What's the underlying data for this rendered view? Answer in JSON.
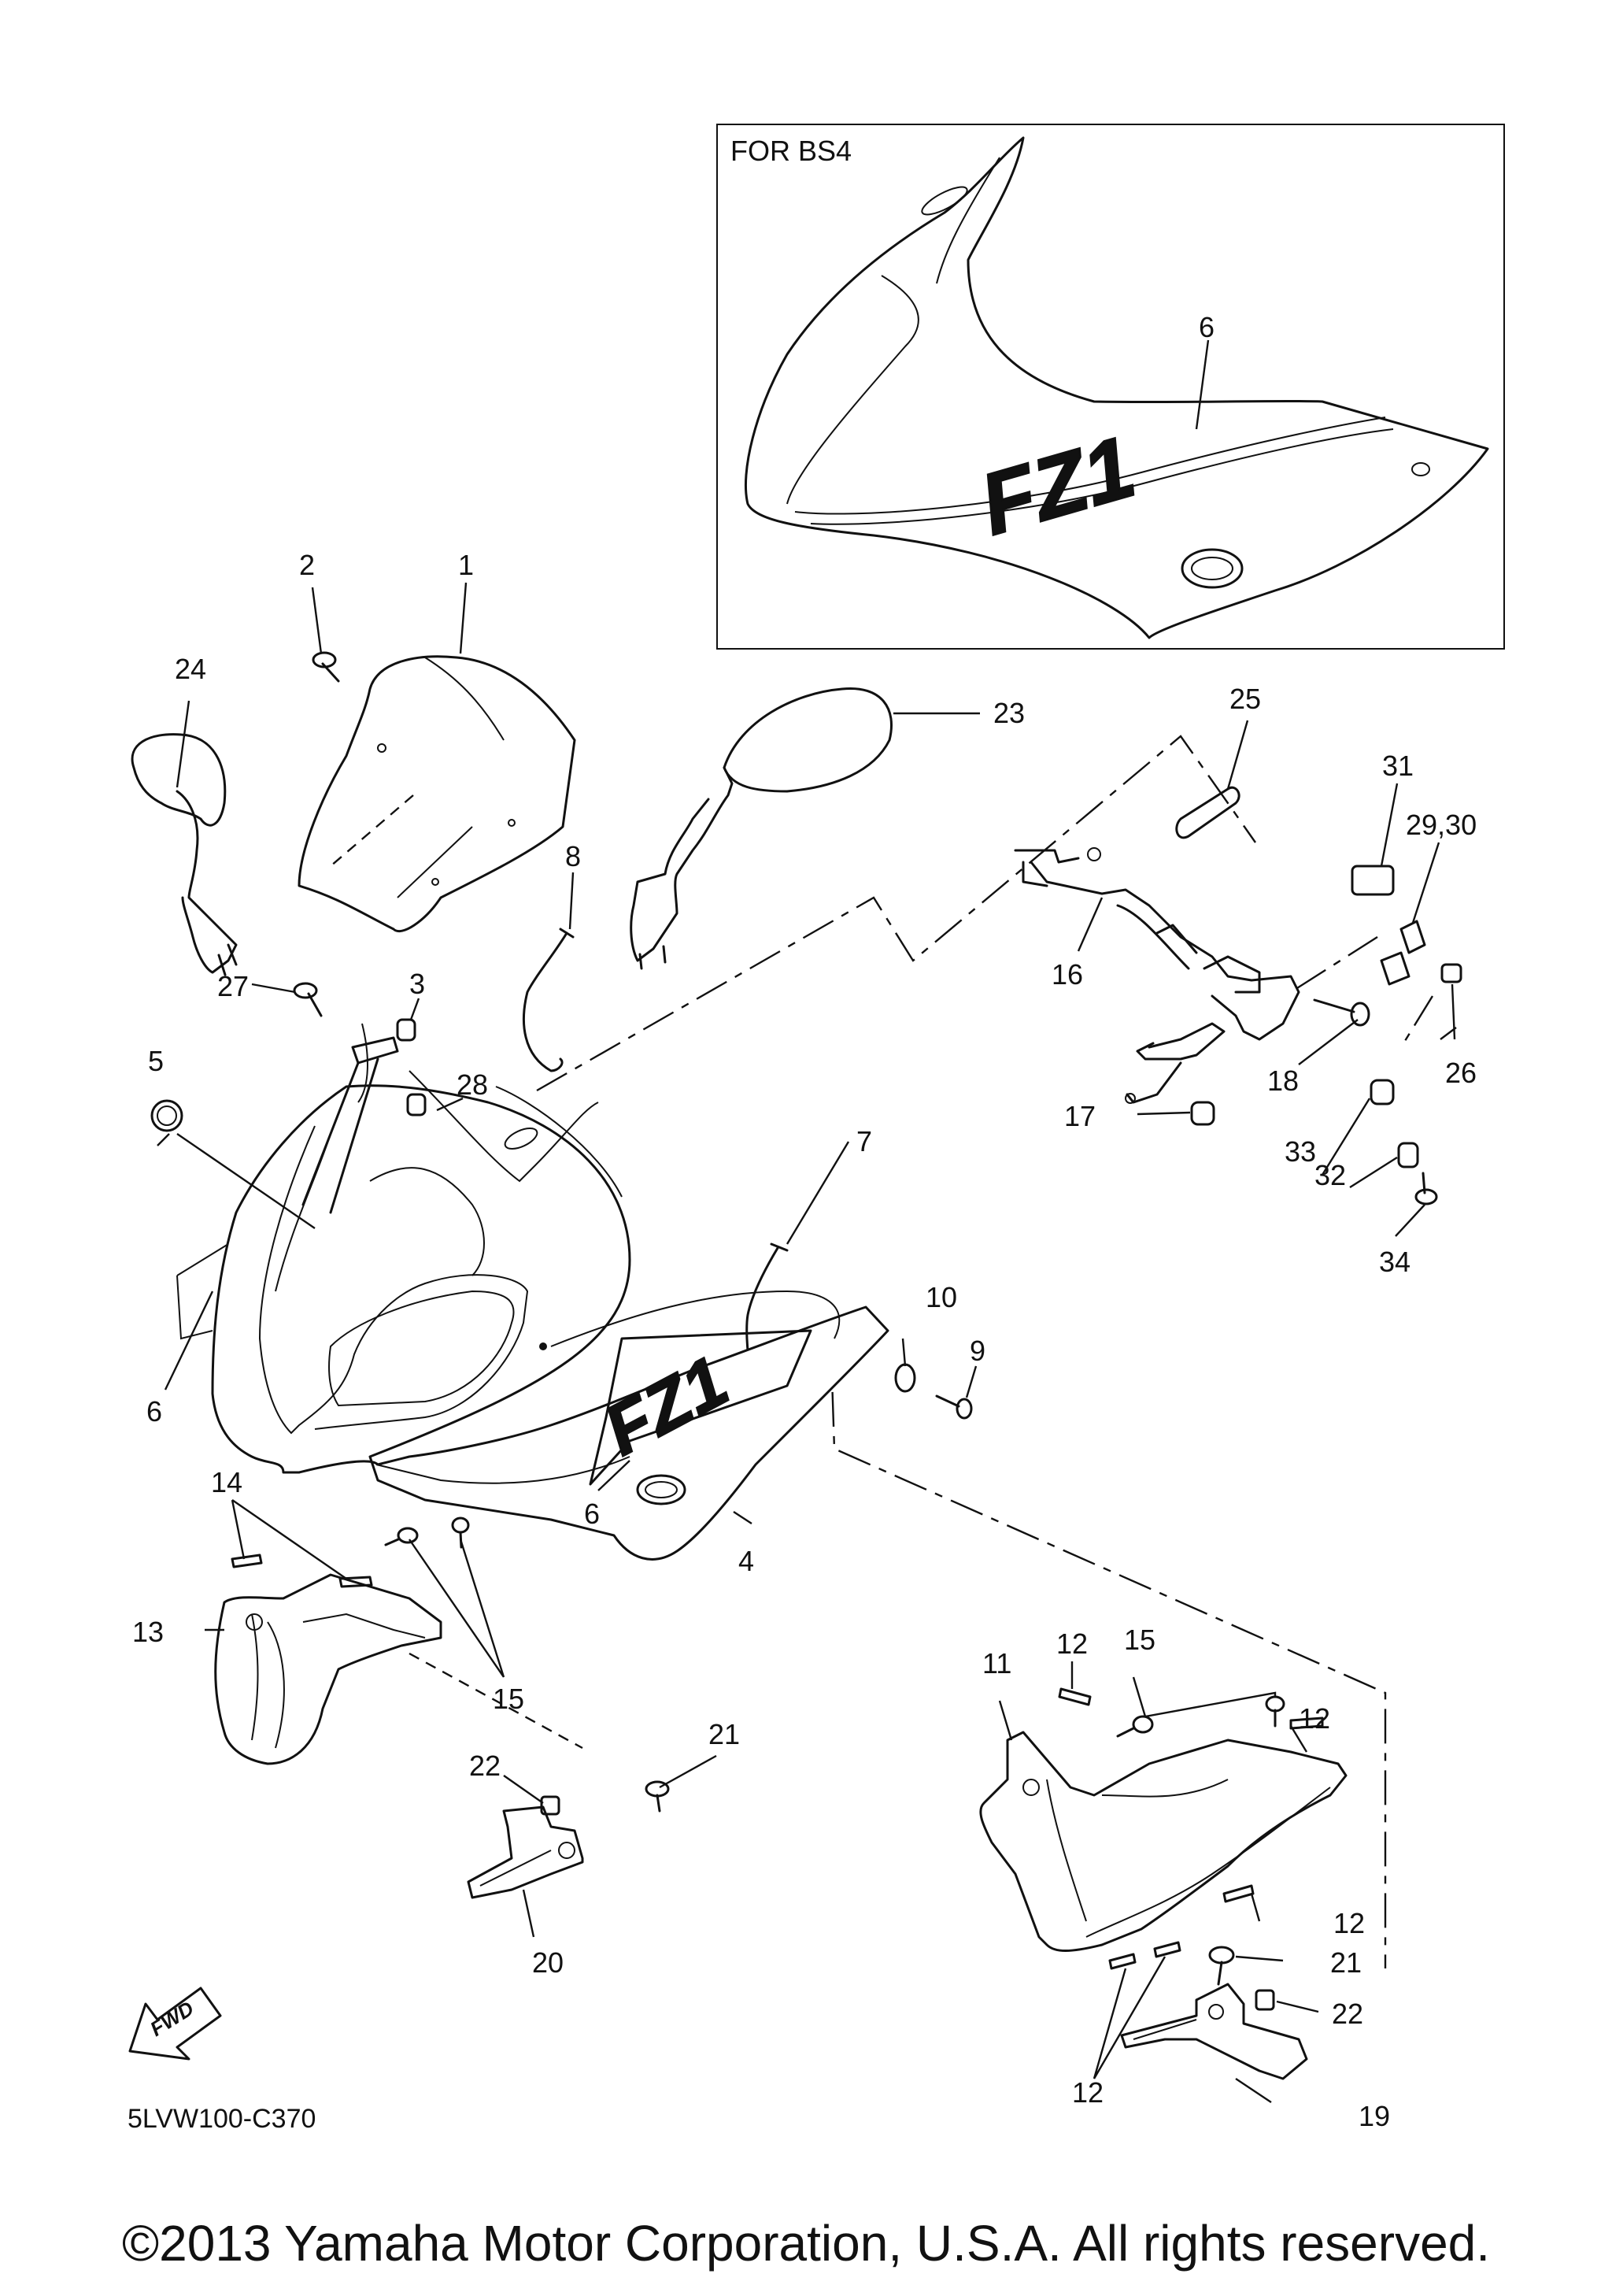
{
  "inset": {
    "title": "FOR BS4",
    "callout": "6"
  },
  "callouts": [
    {
      "id": "c1",
      "text": "1"
    },
    {
      "id": "c2",
      "text": "2"
    },
    {
      "id": "c3",
      "text": "3"
    },
    {
      "id": "c4",
      "text": "4"
    },
    {
      "id": "c5",
      "text": "5"
    },
    {
      "id": "c6a",
      "text": "6"
    },
    {
      "id": "c6b",
      "text": "6"
    },
    {
      "id": "c7",
      "text": "7"
    },
    {
      "id": "c8",
      "text": "8"
    },
    {
      "id": "c9",
      "text": "9"
    },
    {
      "id": "c10",
      "text": "10"
    },
    {
      "id": "c11",
      "text": "11"
    },
    {
      "id": "c12a",
      "text": "12"
    },
    {
      "id": "c12b",
      "text": "12"
    },
    {
      "id": "c12c",
      "text": "12"
    },
    {
      "id": "c12d",
      "text": "12"
    },
    {
      "id": "c13",
      "text": "13"
    },
    {
      "id": "c14",
      "text": "14"
    },
    {
      "id": "c15a",
      "text": "15"
    },
    {
      "id": "c15b",
      "text": "15"
    },
    {
      "id": "c16",
      "text": "16"
    },
    {
      "id": "c17",
      "text": "17"
    },
    {
      "id": "c18",
      "text": "18"
    },
    {
      "id": "c19",
      "text": "19"
    },
    {
      "id": "c20",
      "text": "20"
    },
    {
      "id": "c21a",
      "text": "21"
    },
    {
      "id": "c21b",
      "text": "21"
    },
    {
      "id": "c22a",
      "text": "22"
    },
    {
      "id": "c22b",
      "text": "22"
    },
    {
      "id": "c23",
      "text": "23"
    },
    {
      "id": "c24",
      "text": "24"
    },
    {
      "id": "c25",
      "text": "25"
    },
    {
      "id": "c26",
      "text": "26"
    },
    {
      "id": "c27",
      "text": "27"
    },
    {
      "id": "c28",
      "text": "28"
    },
    {
      "id": "c2930",
      "text": "29,30"
    },
    {
      "id": "c31",
      "text": "31"
    },
    {
      "id": "c32",
      "text": "32"
    },
    {
      "id": "c33",
      "text": "33"
    },
    {
      "id": "c34",
      "text": "34"
    }
  ],
  "decal_text": "FZ1",
  "fwd_arrow": {
    "text": "FWD"
  },
  "diagram_code": "5LVW100-C370",
  "copyright": "©2013 Yamaha Motor Corporation, U.S.A. All rights reserved."
}
